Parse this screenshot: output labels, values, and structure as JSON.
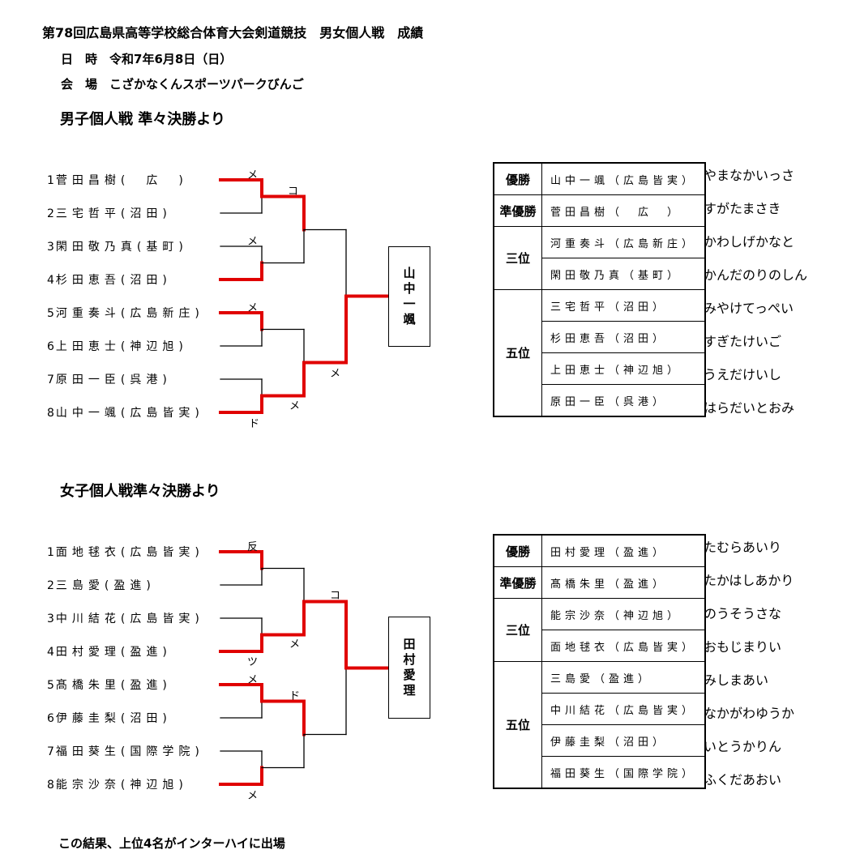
{
  "title": "第78回広島県高等学校総合体育大会剣道競技　男女個人戦　成績",
  "date_line": "日　時　令和7年6月8日（日）",
  "venue_line": "会　場　こざかなくんスポーツパークびんご",
  "men": {
    "section_title": "男子個人戦 準々決勝より",
    "players": [
      {
        "num": "1",
        "name": "菅田昌樹(　広　)"
      },
      {
        "num": "2",
        "name": "三宅哲平(沼田)"
      },
      {
        "num": "3",
        "name": "閑田敬乃真(基町)"
      },
      {
        "num": "4",
        "name": "杉田恵吾(沼田)"
      },
      {
        "num": "5",
        "name": "河重奏斗(広島新庄)"
      },
      {
        "num": "6",
        "name": "上田恵士(神辺旭)"
      },
      {
        "num": "7",
        "name": "原田一臣(呉港)"
      },
      {
        "num": "8",
        "name": "山中一颯(広島皆実)"
      }
    ],
    "waza": [
      "メ",
      "コ",
      "メ",
      "メ",
      "ド",
      "メ",
      "メ"
    ],
    "winner": [
      "山",
      "中",
      "一",
      "颯"
    ],
    "results": [
      {
        "rank": "優勝",
        "entries": [
          "山中一颯（広島皆実）"
        ]
      },
      {
        "rank": "準優勝",
        "entries": [
          "菅田昌樹（　広　）"
        ]
      },
      {
        "rank": "三位",
        "entries": [
          "河重奏斗（広島新庄）",
          "閑田敬乃真（基町）"
        ]
      },
      {
        "rank": "五位",
        "entries": [
          "三宅哲平（沼田）",
          "杉田恵吾（沼田）",
          "上田恵士（神辺旭）",
          "原田一臣（呉港）"
        ]
      }
    ],
    "readings": [
      "やまなかいっさ",
      "すがたまさき",
      "かわしげかなと",
      "かんだのりのしん",
      "みやけてっぺい",
      "すぎたけいご",
      "うえだけいし",
      "はらだいとおみ"
    ]
  },
  "women": {
    "section_title": "女子個人戦準々決勝より",
    "players": [
      {
        "num": "1",
        "name": "面地毬衣(広島皆実)"
      },
      {
        "num": "2",
        "name": "三島愛(盈進)"
      },
      {
        "num": "3",
        "name": "中川結花(広島皆実)"
      },
      {
        "num": "4",
        "name": "田村愛理(盈進)"
      },
      {
        "num": "5",
        "name": "髙橋朱里(盈進)"
      },
      {
        "num": "6",
        "name": "伊藤圭梨(沼田)"
      },
      {
        "num": "7",
        "name": "福田葵生(国際学院)"
      },
      {
        "num": "8",
        "name": "能宗沙奈(神辺旭)"
      }
    ],
    "waza": [
      "反",
      "コ",
      "メ",
      "ツ",
      "メ",
      "ド",
      "メ"
    ],
    "winner": [
      "田",
      "村",
      "愛",
      "理"
    ],
    "results": [
      {
        "rank": "優勝",
        "entries": [
          "田村愛理（盈進）"
        ]
      },
      {
        "rank": "準優勝",
        "entries": [
          "髙橋朱里（盈進）"
        ]
      },
      {
        "rank": "三位",
        "entries": [
          "能宗沙奈（神辺旭）",
          "面地毬衣（広島皆実）"
        ]
      },
      {
        "rank": "五位",
        "entries": [
          "三島愛（盈進）",
          "中川結花（広島皆実）",
          "伊藤圭梨（沼田）",
          "福田葵生（国際学院）"
        ]
      }
    ],
    "readings": [
      "たむらあいり",
      "たかはしあかり",
      "のうそうさな",
      "おもじまりい",
      "みしまあい",
      "なかがわゆうか",
      "いとうかりん",
      "ふくだあおい"
    ]
  },
  "footer": "この結果、上位4名がインターハイに出場",
  "colors": {
    "bracket_winner": "#e00000",
    "bracket_loser": "#000000"
  }
}
